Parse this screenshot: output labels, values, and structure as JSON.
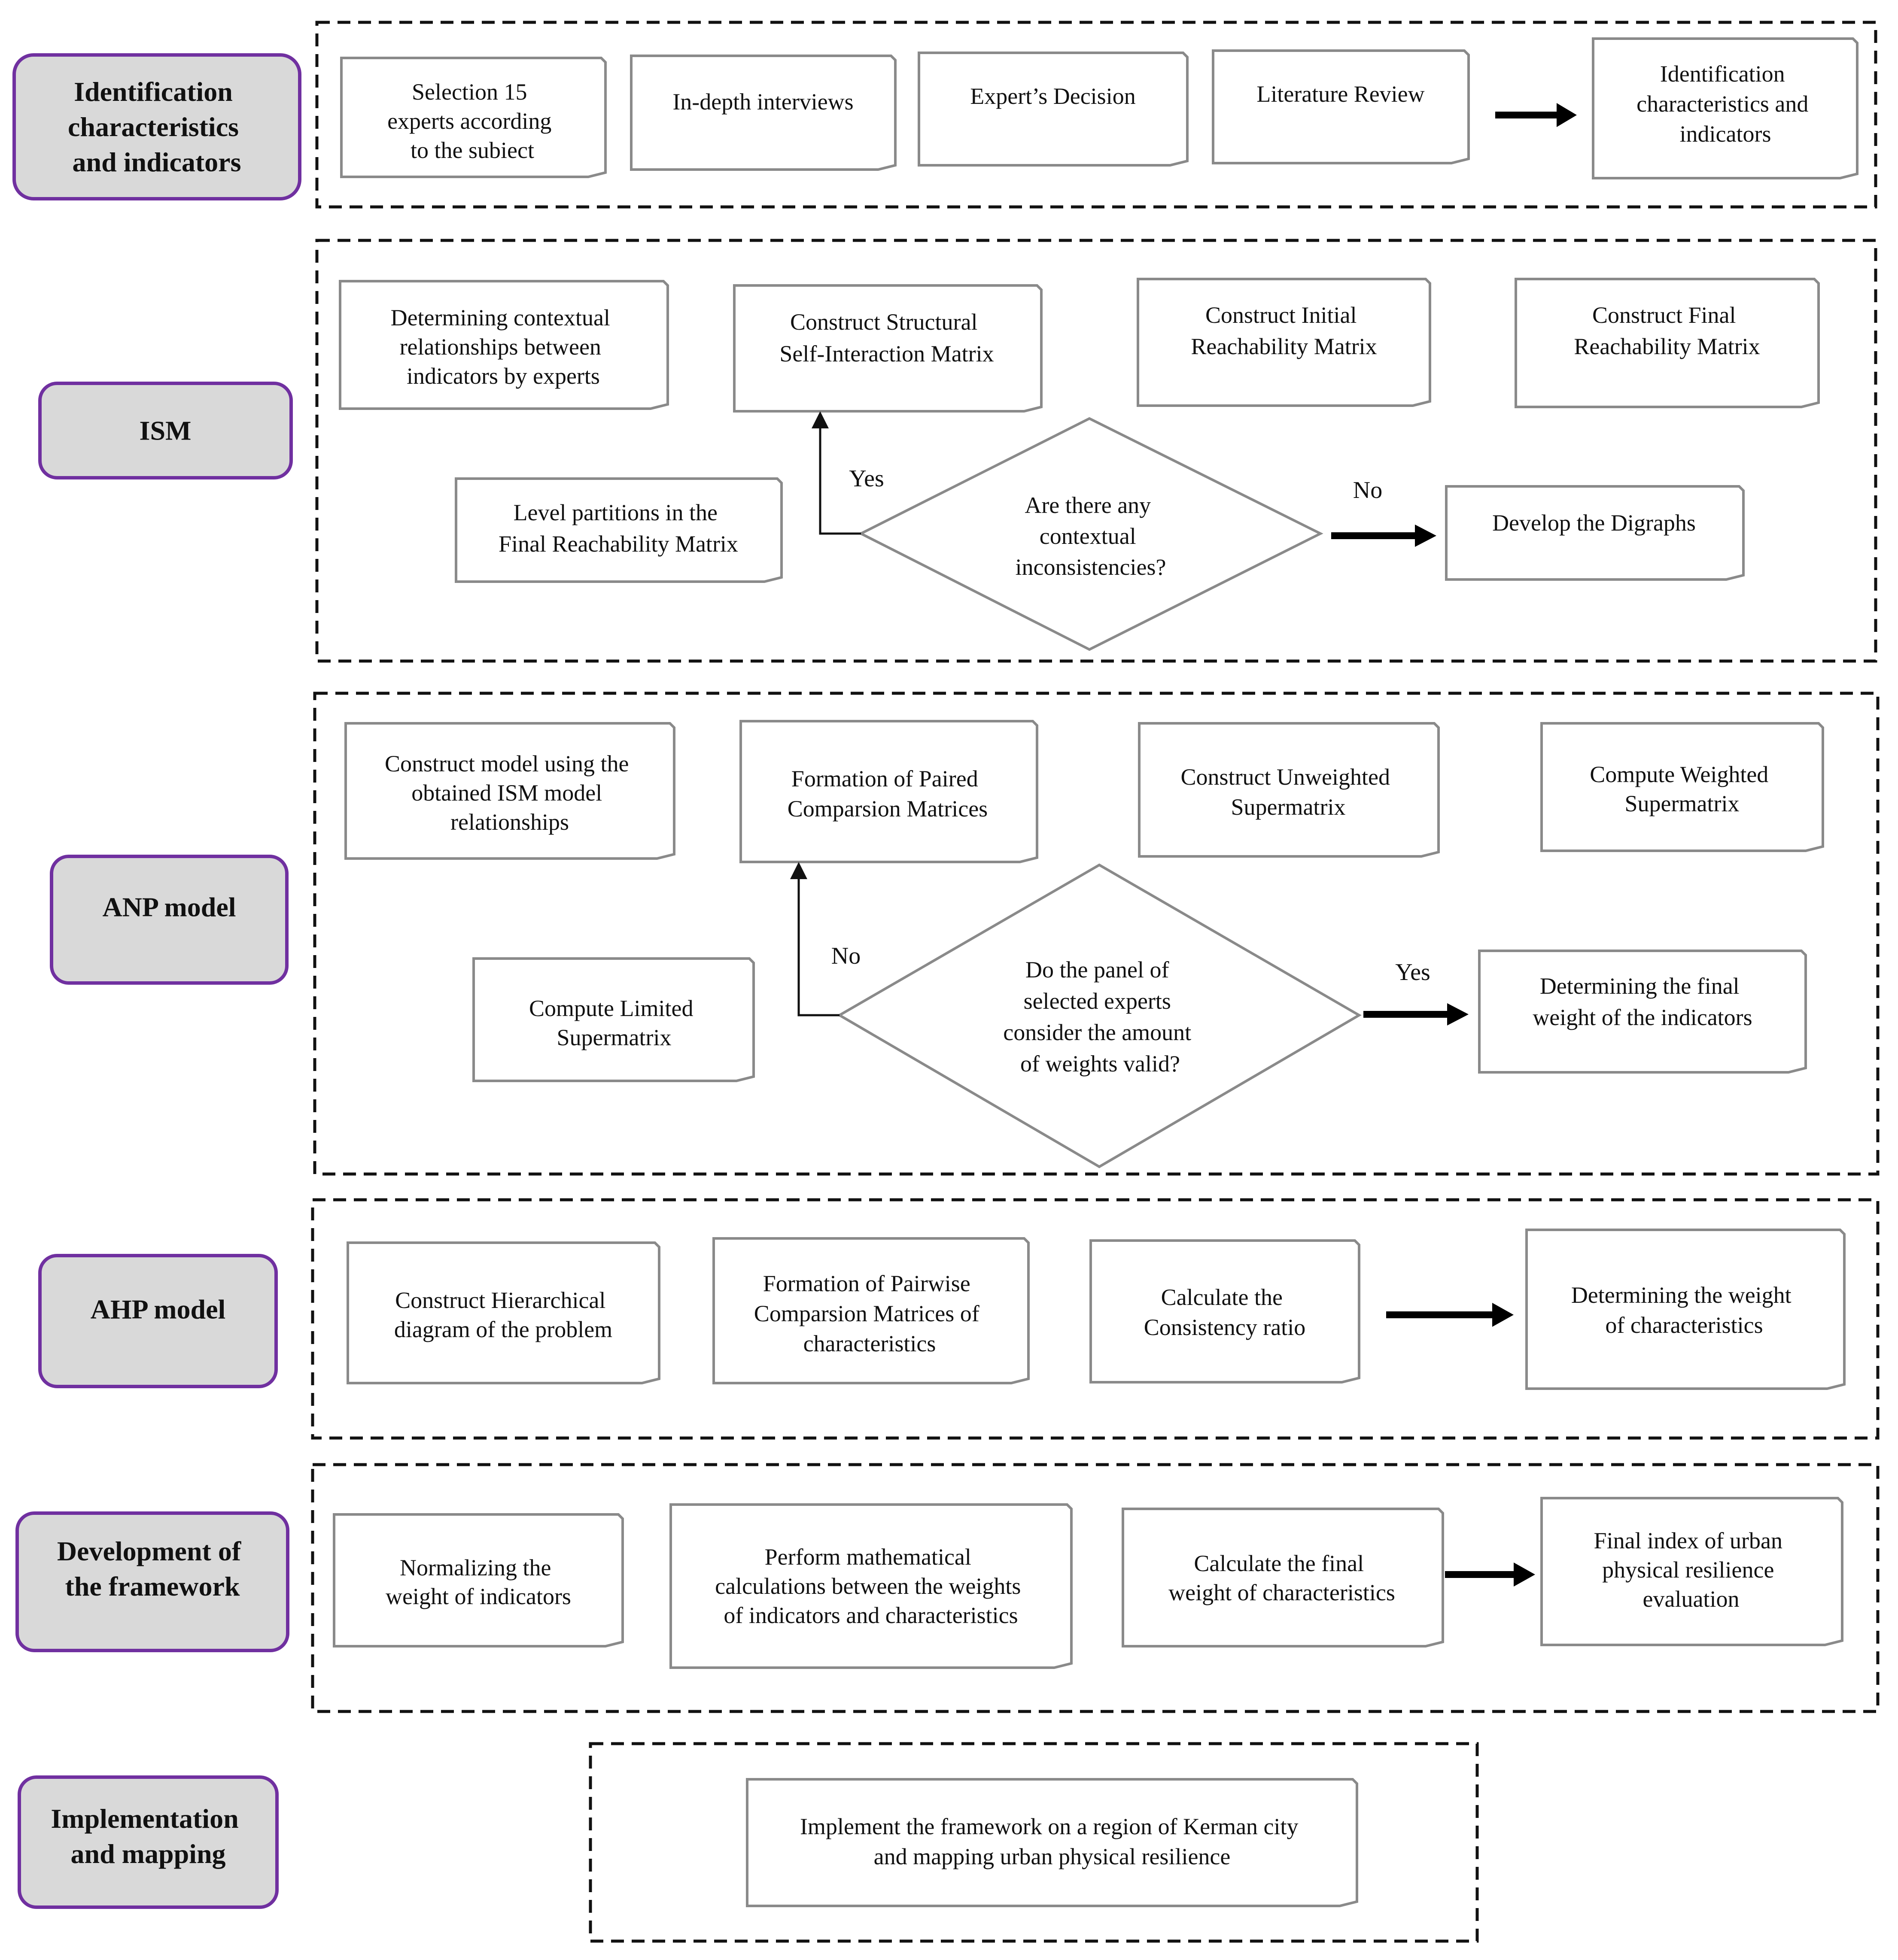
{
  "sections": {
    "identification": {
      "label": [
        "Identification",
        "characteristics",
        "and indicators"
      ]
    },
    "ism": {
      "label": [
        "ISM"
      ]
    },
    "anp": {
      "label": [
        "ANP model"
      ]
    },
    "ahp": {
      "label": [
        "AHP model"
      ]
    },
    "development": {
      "label": [
        "Development of",
        "the framework"
      ]
    },
    "implementation": {
      "label": [
        "Implementation",
        "and mapping"
      ]
    }
  },
  "nodes": {
    "selection_experts": [
      "Selection 15",
      "experts according",
      "to the subiect"
    ],
    "indepth_interviews": [
      "In-depth interviews"
    ],
    "experts_decision": [
      "Expert’s Decision"
    ],
    "literature_review": [
      "Literature Review"
    ],
    "identification_result": [
      "Identification",
      "characteristics and",
      "indicators"
    ],
    "contextual_relationships": [
      "Determining contextual",
      "relationships between",
      "indicators by experts"
    ],
    "ssim": [
      "Construct Structural",
      "Self-Interaction  Matrix"
    ],
    "initial_reachability": [
      "Construct Initial",
      "Reachability Matrix"
    ],
    "final_reachability": [
      "Construct Final",
      "Reachability Matrix"
    ],
    "level_partitions": [
      "Level partitions in the",
      "Final Reachability Matrix"
    ],
    "ism_decision": [
      "Are there any",
      "contextual",
      "inconsistencies?"
    ],
    "digraphs": [
      "Develop the Digraphs"
    ],
    "anp_model": [
      "Construct model using the",
      "obtained ISM model",
      "relationships"
    ],
    "paired_comparison": [
      "Formation of Paired",
      "Comparsion Matrices"
    ],
    "unweighted_supermatrix": [
      "Construct Unweighted",
      "Supermatrix"
    ],
    "weighted_supermatrix": [
      "Compute Weighted",
      "Supermatrix"
    ],
    "limited_supermatrix": [
      "Compute Limited",
      "Supermatrix"
    ],
    "anp_decision": [
      "Do the panel of",
      "selected experts",
      "consider the amount",
      "of weights valid?"
    ],
    "indicator_weights": [
      "Determining the final",
      "weight of the indicators"
    ],
    "hierarchical_diagram": [
      "Construct Hierarchical",
      "diagram of the problem"
    ],
    "pairwise_comparison": [
      "Formation of Pairwise",
      "Comparsion Matrices of",
      "characteristics"
    ],
    "consistency_ratio": [
      "Calculate the",
      "Consistency ratio"
    ],
    "characteristic_weights": [
      "Determining the weight",
      "of characteristics"
    ],
    "normalizing": [
      "Normalizing the",
      "weight of indicators"
    ],
    "math_calculations": [
      "Perform mathematical",
      "calculations between the weights",
      "of indicators and characteristics"
    ],
    "final_char_weight": [
      "Calculate the final",
      "weight of characteristics"
    ],
    "final_index": [
      "Final index of urban",
      "physical resilience",
      "evaluation"
    ],
    "implement_framework": [
      "Implement the framework on a region of Kerman city",
      "and mapping urban physical resilience"
    ]
  },
  "edges": {
    "ism_yes": "Yes",
    "ism_no": "No",
    "anp_no": "No",
    "anp_yes": "Yes"
  },
  "colors": {
    "section_border": "#7030a0",
    "section_fill": "#d9d9d9",
    "box_border": "#8a8a8a",
    "arrow": "#000000"
  }
}
